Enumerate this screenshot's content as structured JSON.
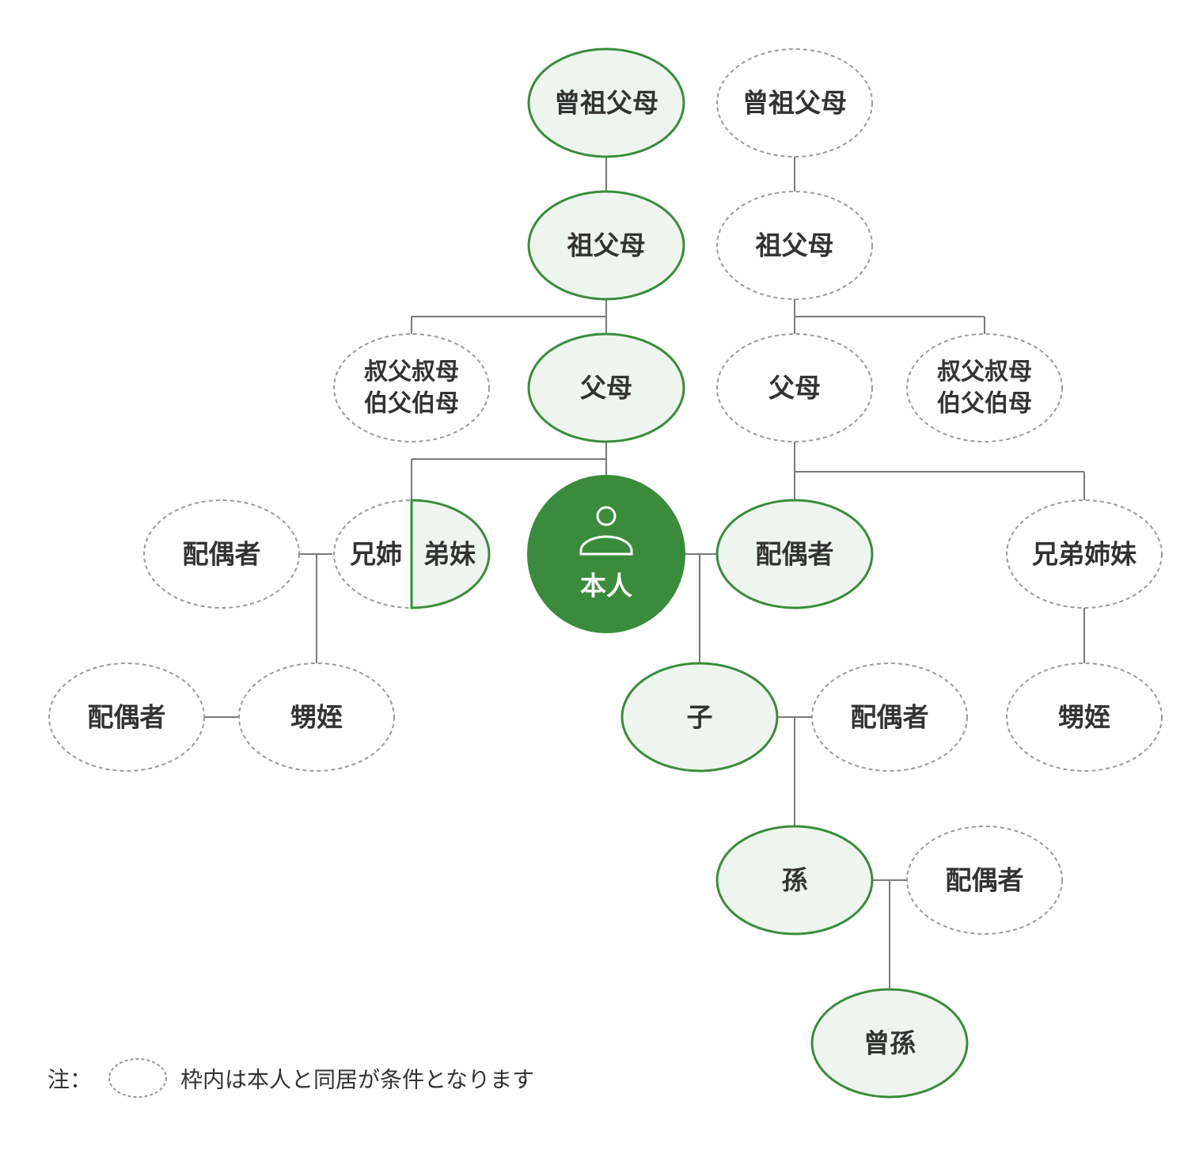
{
  "colors": {
    "accent": "#3a8c3c",
    "light_fill": "#eef5ee",
    "line": "#7a7a7a",
    "dashed": "#9a9a9a",
    "text": "#333333"
  },
  "nodes": {
    "great_grandparents_left": "曾祖父母",
    "great_grandparents_right": "曾祖父母",
    "grandparents_left": "祖父母",
    "grandparents_right": "祖父母",
    "uncles_aunts_left": [
      "叔父叔母",
      "伯父伯母"
    ],
    "parents_left": "父母",
    "parents_right": "父母",
    "uncles_aunts_right": [
      "叔父叔母",
      "伯父伯母"
    ],
    "sibling_spouse": "配偶者",
    "older_siblings": "兄姉",
    "younger_siblings": "弟妹",
    "self": "本人",
    "spouse": "配偶者",
    "spouse_siblings": "兄弟姉妹",
    "nephew_niece_spouse": "配偶者",
    "nephews_nieces_left": "甥姪",
    "child": "子",
    "child_spouse": "配偶者",
    "nephews_nieces_right": "甥姪",
    "grandchild": "孫",
    "grandchild_spouse": "配偶者",
    "great_grandchild": "曾孫"
  },
  "note": {
    "label": "注：",
    "text": "枠内は本人と同居が条件となります"
  },
  "icons": {
    "self_icon": "person-icon"
  }
}
